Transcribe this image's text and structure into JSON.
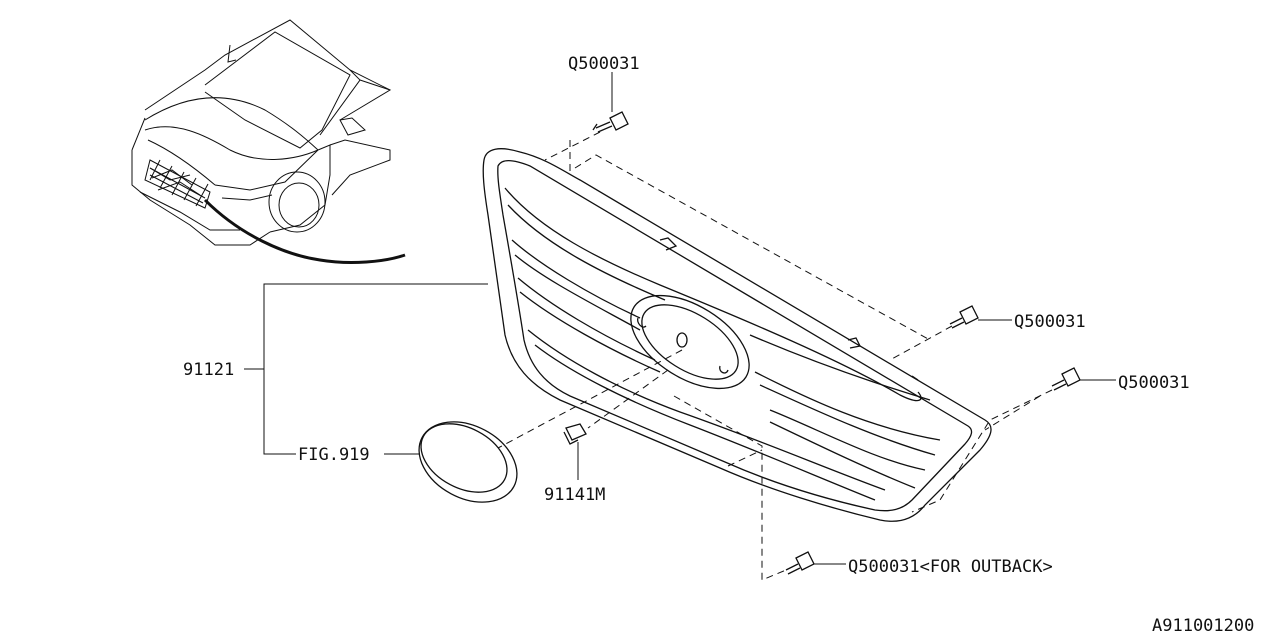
{
  "labels": {
    "bolt_top": "Q500031",
    "bolt_right_upper": "Q500031",
    "bolt_right_lower": "Q500031",
    "bolt_bottom": "Q500031<FOR OUTBACK>",
    "grille_part": "91121",
    "emblem_ref": "FIG.919",
    "clip_part": "91141M",
    "diagram_code": "A911001200"
  },
  "colors": {
    "line": "#111111",
    "background": "#ffffff"
  }
}
